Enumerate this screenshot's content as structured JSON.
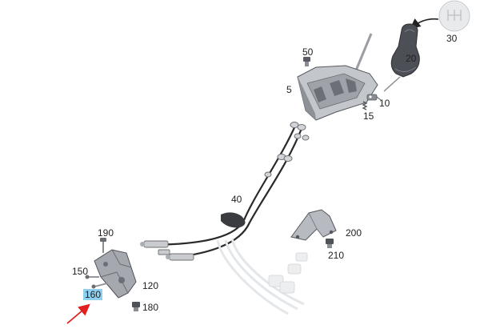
{
  "diagram": {
    "labels": {
      "p5": "5",
      "p10": "10",
      "p15": "15",
      "p20": "20",
      "p30": "30",
      "p40": "40",
      "p50": "50",
      "p120": "120",
      "p150": "150",
      "p160": "160",
      "p180": "180",
      "p190": "190",
      "p200": "200",
      "p210": "210"
    },
    "selected_part": "160",
    "colors": {
      "highlight": "#8ed0f0",
      "pointer_arrow": "#e02020",
      "part_body": "#b9bcc2",
      "part_dark": "#5a5d63",
      "ghost_cable": "#e4e7ea",
      "cable": "#2a2a2a"
    }
  }
}
